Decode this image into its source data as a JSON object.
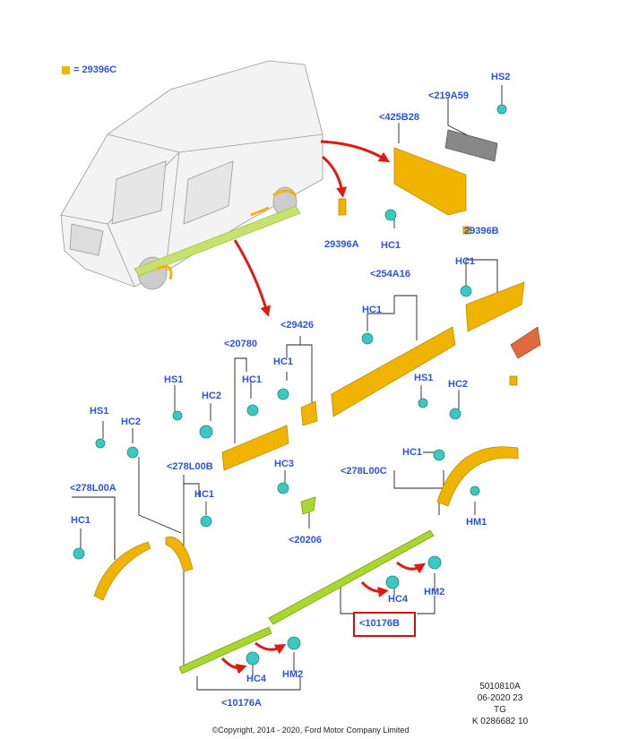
{
  "legend": {
    "code": "= 29396C",
    "swatch_color": "#f0b400"
  },
  "labels": {
    "hs2_top": "HS2",
    "p219a59": "<219A59",
    "p425b28": "<425B28",
    "p29396a": "29396A",
    "hc1_bracket": "HC1",
    "p29396b": "29396B",
    "hc1_b": "HC1",
    "p254a16": "<254A16",
    "hc1_254": "HC1",
    "p29426": "<29426",
    "p20780": "<20780",
    "hc1_29426": "HC1",
    "hs1_mid": "HS1",
    "hc2_mid": "HC2",
    "hc1_20780": "HC1",
    "hs1_right": "HS1",
    "hc2_right": "HC2",
    "hs1_left": "HS1",
    "hc2_left": "HC2",
    "p278l00b": "<278L00B",
    "hc3": "HC3",
    "hc1_right": "HC1",
    "p278l00c": "<278L00C",
    "p278l00a": "<278L00A",
    "hc1_278b": "HC1",
    "hc1_278a": "HC1",
    "p20206": "<20206",
    "hm1": "HM1",
    "hc4_right": "HC4",
    "hm2_right": "HM2",
    "p10176b": "<10176B",
    "hc4_left": "HC4",
    "hm2_left": "HM2",
    "p10176a": "<10176A"
  },
  "meta": {
    "line1": "5010810A",
    "line2": "06-2020 23",
    "line3": "TG",
    "line4": "K 0286682 10"
  },
  "copyright": "©Copyright, 2014 - 2020, Ford Motor Company Limited",
  "colors": {
    "label": "#2a55d8",
    "part": "#f0b400",
    "clip": "#3cc8c0",
    "arrow": "#e01a10",
    "strip": "#a8d830",
    "highlight": "#d01010"
  }
}
